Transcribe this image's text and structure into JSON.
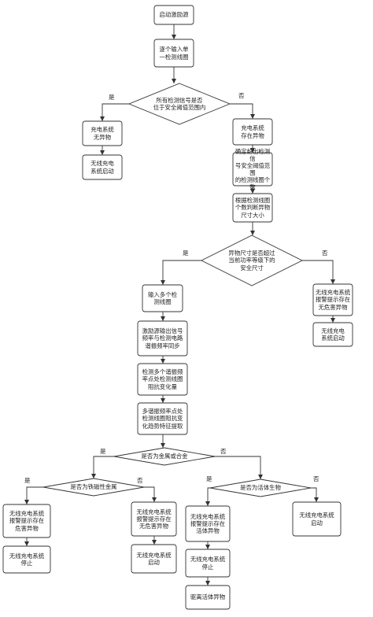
{
  "nodes": {
    "start": "启动激励源",
    "input_single": "逐个输入单\n一检测线圈",
    "d1": "所有检测信号是否\n位于安全阈值范围内",
    "no_foreign": "充电系统\n无异物",
    "start_charge_1": "无线充电\n系统启动",
    "has_foreign": "充电系统\n存在异物",
    "count_coils": "确定超出检测信\n号安全阈值范围\n的检测线圈个数",
    "judge_size": "根据检测线圈\n个数判断异物\n尺寸大小",
    "d2": "异物尺寸是否超过\n当前功率等级下的\n安全尺寸",
    "input_multi": "输入多个检\n测线圈",
    "alarm_safe_right": "无线充电系统\n报警提示存在\n无危害异物",
    "start_charge_right": "无线充电\n系统启动",
    "sync_freq": "激励源输出信号\n频率与检测电路\n谐振频率同步",
    "detect_impedance": "检测多个谐振频\n率点处检测线圈\n阻抗变化量",
    "extract_trend": "多谐振频率点处\n检测线圈阻抗变\n化趋势特征提取",
    "d3": "是否为金属或合金",
    "d4": "是否为铁磁性金属",
    "d5": "是否为活体生物",
    "alarm_hazard": "无线充电系统\n报警提示存在\n危害异物",
    "stop_1": "无线充电系统\n停止",
    "alarm_safe_mid": "无线充电系统\n报警提示存在\n无危害异物",
    "start_charge_mid": "无线充电系统\n启动",
    "alarm_living": "无线充电系统\n报警提示存在\n活体异物",
    "stop_2": "无线充电系统\n停止",
    "drive_away": "驱离活体异物",
    "start_charge_far": "无线充电系统\n启动"
  },
  "labels": {
    "yes": "是",
    "no": "否"
  }
}
